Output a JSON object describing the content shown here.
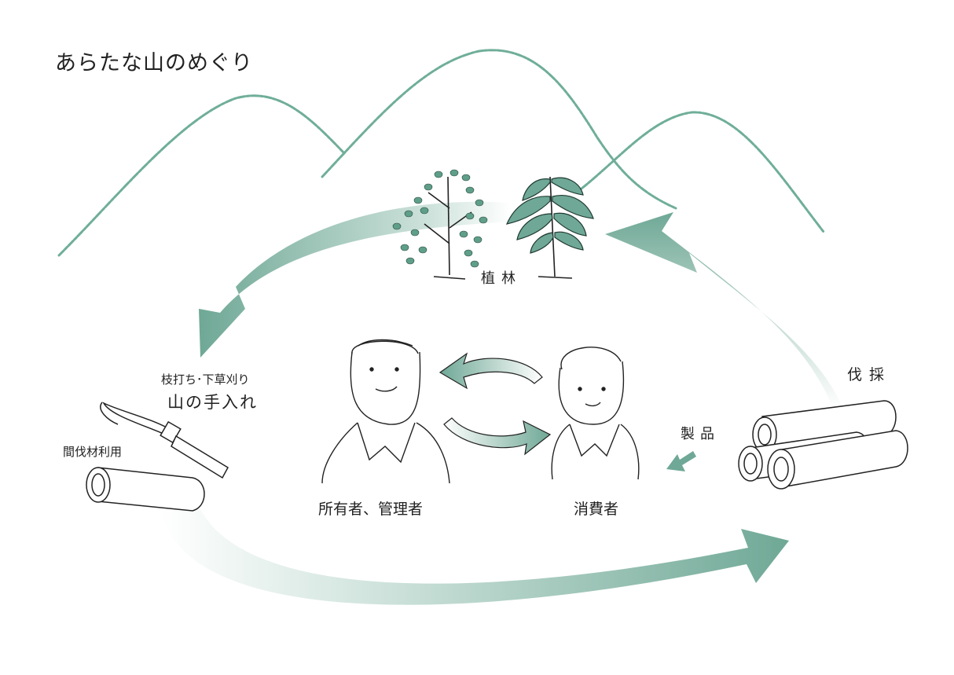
{
  "title": "あらたな山のめぐり",
  "labels": {
    "planting": "植林",
    "pruning_small": "枝打ち･下草刈り",
    "pruning_big": "山の手入れ",
    "thinning_use": "間伐材利用",
    "harvest": "伐採",
    "products": "製品",
    "owner": "所有者、管理者",
    "consumer": "消費者"
  },
  "colors": {
    "accent": "#6fa896",
    "mountain": "#6fae98",
    "leaf": "#5f9f8a",
    "ink": "#222222"
  },
  "icons": [
    "mountain-ridge-icon",
    "broadleaf-tree-icon",
    "conifer-tree-icon",
    "sickle-icon",
    "log-icon",
    "log-pile-icon",
    "person-icon"
  ]
}
